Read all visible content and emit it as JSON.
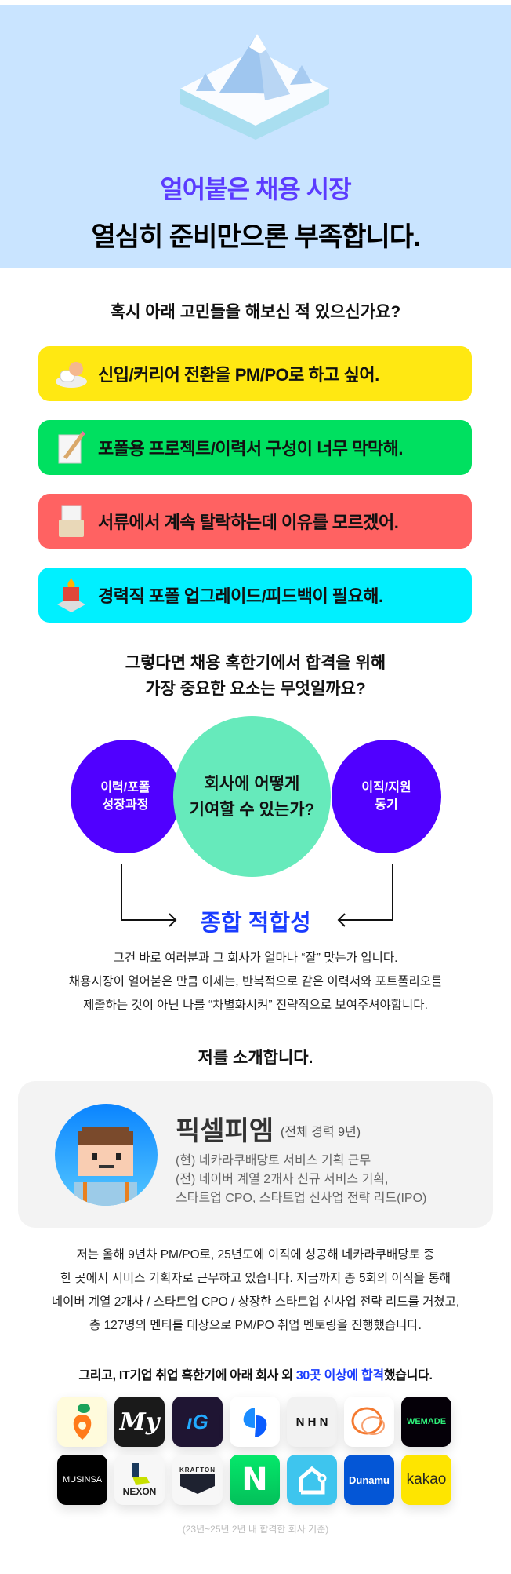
{
  "hero": {
    "title_accent": "얼어붙은 채용 시장",
    "title_main": "열심히 준비만으론 부족합니다."
  },
  "worries": {
    "question": "혹시 아래 고민들을 해보신 적 있으신가요?",
    "items": [
      {
        "icon": "whistle-icon",
        "label": "신입/커리어 전환을 PM/PO로 하고 싶어.",
        "color": "#ffe812"
      },
      {
        "icon": "pencil-paper-icon",
        "label": "포폴용 프로젝트/이력서 구성이 너무 막막해.",
        "color": "#00e060"
      },
      {
        "icon": "document-folder-icon",
        "label": "서류에서 계속 탈락하는데 이유를 모르겠어.",
        "color": "#ff6262"
      },
      {
        "icon": "fire-computer-icon",
        "label": "경력직 포폴 업그레이드/피드백이 필요해.",
        "color": "#00f0ff"
      }
    ]
  },
  "factors": {
    "question_line1": "그렇다면 채용 혹한기에서 합격을 위해",
    "question_line2": "가장 중요한 요소는 무엇일까요?",
    "left_line1": "이력/포폴",
    "left_line2": "성장과정",
    "center_line1": "회사에 어떻게",
    "center_line2": "기여할 수 있는가?",
    "right_line1": "이직/지원",
    "right_line2": "동기",
    "result": "종합 적합성",
    "desc": [
      "그건 바로 여러분과 그 회사가 얼마나 “잘” 맞는가 입니다.",
      "채용시장이 얼어붙은 만큼 이제는, 반복적으로 같은 이력서와 포트폴리오를",
      "제출하는 것이 아닌 나를 “차별화시켜” 전략적으로 보여주셔야합니다."
    ]
  },
  "intro": {
    "title": "저를 소개합니다.",
    "name": "픽셀피엠",
    "career": "(전체 경력 9년)",
    "lines": [
      "(현) 네카라쿠배당토 서비스 기획 근무",
      "(전) 네이버 계열 2개사 신규 서비스 기획,",
      "스타트업 CPO, 스타트업 신사업 전략 리드(IPO)"
    ],
    "bio": [
      "저는 올해 9년차 PM/PO로, 25년도에 이직에 성공해 네카라쿠배당토 중",
      "한 곳에서 서비스 기획자로 근무하고 있습니다. 지금까지 총 5회의 이직을 통해",
      "네이버 계열 2개사 / 스타트업 CPO / 상장한 스타트업 신사업 전략 리드를 거쳤고,",
      "총 127명의 멘티를 대상으로 PM/PO 취업 멘토링을 진행했습니다."
    ]
  },
  "companies": {
    "headline_before": "그리고, IT기업 취업 혹한기에 아래 회사 외 ",
    "headline_highlight": "30곳 이상에 합격",
    "headline_after": "했습니다.",
    "logos": [
      {
        "name": "karrot",
        "text": ""
      },
      {
        "name": "my",
        "text": "My"
      },
      {
        "name": "ncsoft",
        "text": "ıG"
      },
      {
        "name": "toss",
        "text": ""
      },
      {
        "name": "nhn",
        "text": "N H N"
      },
      {
        "name": "orange",
        "text": ""
      },
      {
        "name": "wemade",
        "text": "WEMADE"
      },
      {
        "name": "musinsa",
        "text": "MUSINSA"
      },
      {
        "name": "nexon",
        "text": "NEXON"
      },
      {
        "name": "krafton",
        "text": "KRAFTON"
      },
      {
        "name": "naver",
        "text": "N"
      },
      {
        "name": "zigbang",
        "text": ""
      },
      {
        "name": "dunamu",
        "text": "Dunamu"
      },
      {
        "name": "kakao",
        "text": "kakao"
      }
    ],
    "footnote": "(23년~25년 2년 내 합격한 회사 기준)"
  },
  "colors": {
    "accent_purple": "#5b3bff",
    "accent_blue": "#1a3cff",
    "circle_purple": "#5000ff",
    "circle_mint": "#66eabb"
  }
}
